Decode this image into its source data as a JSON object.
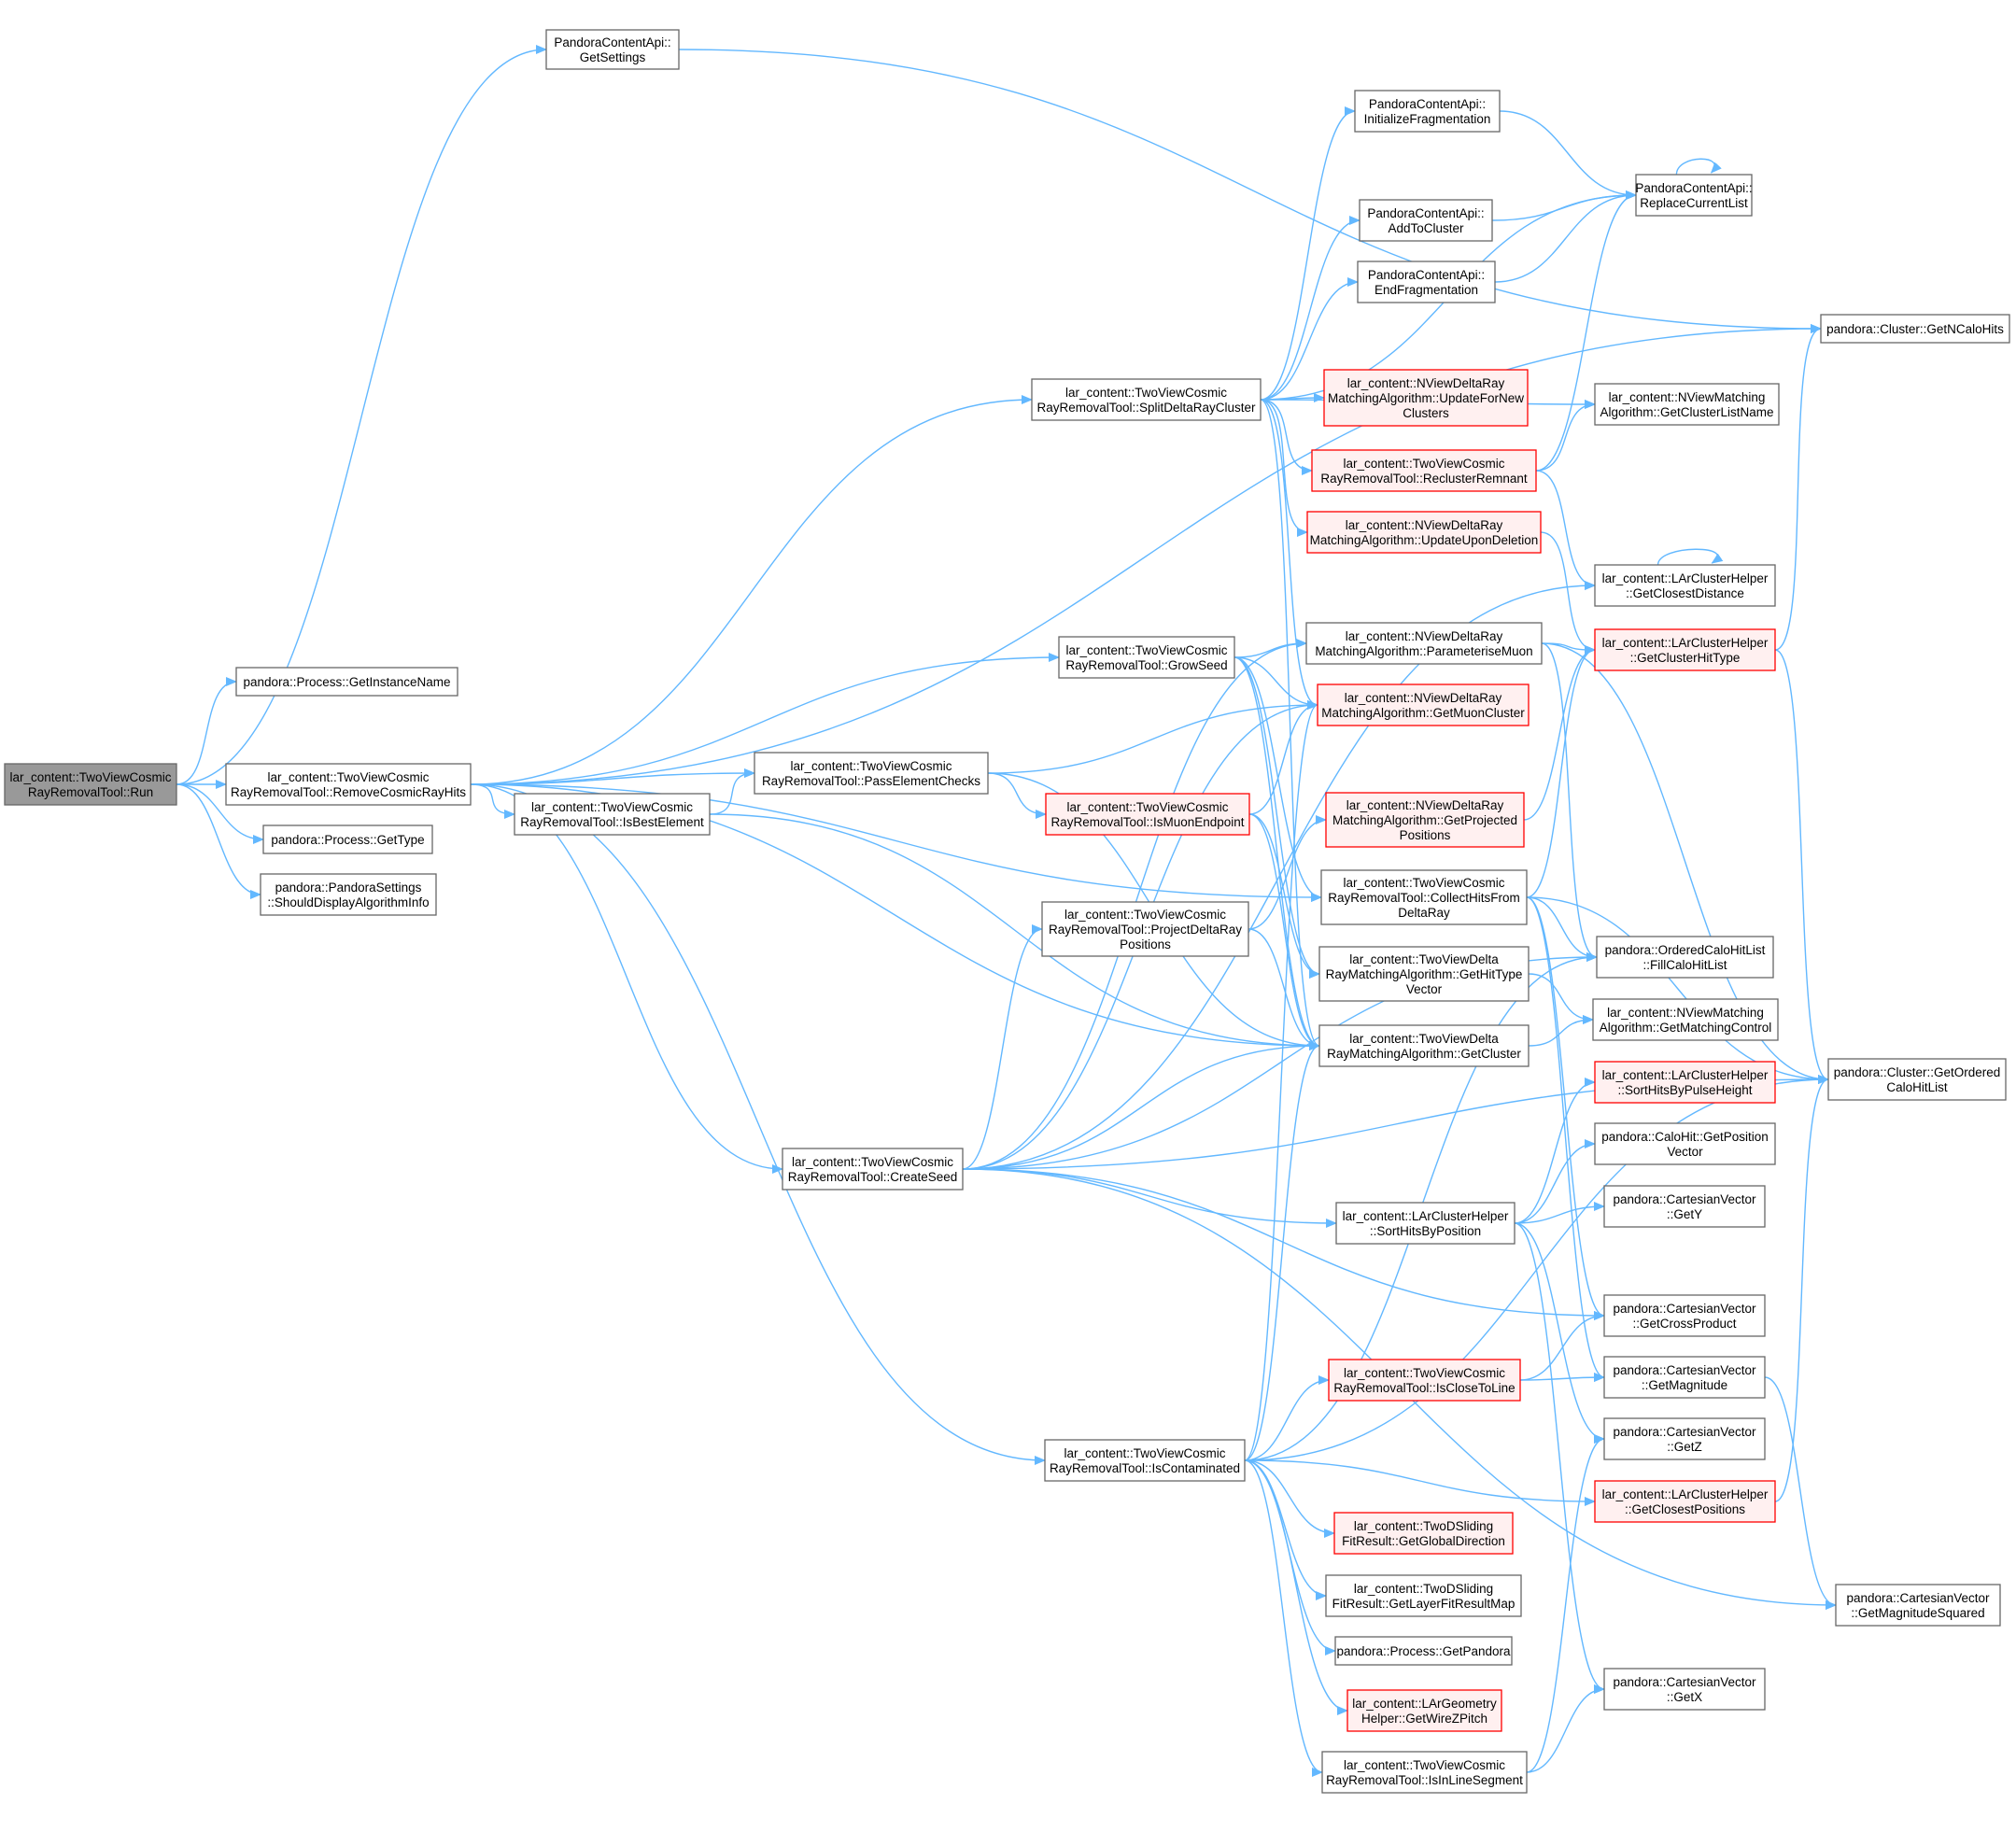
{
  "graph": {
    "title": "",
    "colors": {
      "edge": "#63b8ff",
      "node_border": "#666666",
      "root_fill": "#999999",
      "missing_border": "#ff0000",
      "missing_fill": "#fff0f0"
    },
    "nodes": [
      {
        "id": "run",
        "lines": [
          "lar_content::TwoViewCosmic",
          "RayRemovalTool::Run"
        ],
        "style": "root"
      },
      {
        "id": "getInstanceName",
        "lines": [
          "pandora::Process::GetInstanceName"
        ],
        "style": "normal"
      },
      {
        "id": "getSettings",
        "lines": [
          "PandoraContentApi::",
          "GetSettings"
        ],
        "style": "normal"
      },
      {
        "id": "removeCosmic",
        "lines": [
          "lar_content::TwoViewCosmic",
          "RayRemovalTool::RemoveCosmicRayHits"
        ],
        "style": "normal"
      },
      {
        "id": "getType",
        "lines": [
          "pandora::Process::GetType"
        ],
        "style": "normal"
      },
      {
        "id": "shouldDisplay",
        "lines": [
          "pandora::PandoraSettings",
          "::ShouldDisplayAlgorithmInfo"
        ],
        "style": "normal"
      },
      {
        "id": "isBestElement",
        "lines": [
          "lar_content::TwoViewCosmic",
          "RayRemovalTool::IsBestElement"
        ],
        "style": "normal"
      },
      {
        "id": "passElementChecks",
        "lines": [
          "lar_content::TwoViewCosmic",
          "RayRemovalTool::PassElementChecks"
        ],
        "style": "normal"
      },
      {
        "id": "createSeed",
        "lines": [
          "lar_content::TwoViewCosmic",
          "RayRemovalTool::CreateSeed"
        ],
        "style": "normal"
      },
      {
        "id": "splitDeltaRay",
        "lines": [
          "lar_content::TwoViewCosmic",
          "RayRemovalTool::SplitDeltaRayCluster"
        ],
        "style": "normal"
      },
      {
        "id": "growSeed",
        "lines": [
          "lar_content::TwoViewCosmic",
          "RayRemovalTool::GrowSeed"
        ],
        "style": "normal"
      },
      {
        "id": "isMuonEndpoint",
        "lines": [
          "lar_content::TwoViewCosmic",
          "RayRemovalTool::IsMuonEndpoint"
        ],
        "style": "missing"
      },
      {
        "id": "projectDeltaRay",
        "lines": [
          "lar_content::TwoViewCosmic",
          "RayRemovalTool::ProjectDeltaRay",
          "Positions"
        ],
        "style": "normal"
      },
      {
        "id": "isContaminated",
        "lines": [
          "lar_content::TwoViewCosmic",
          "RayRemovalTool::IsContaminated"
        ],
        "style": "normal"
      },
      {
        "id": "initFrag",
        "lines": [
          "PandoraContentApi::",
          "InitializeFragmentation"
        ],
        "style": "normal"
      },
      {
        "id": "addToCluster",
        "lines": [
          "PandoraContentApi::",
          "AddToCluster"
        ],
        "style": "normal"
      },
      {
        "id": "endFrag",
        "lines": [
          "PandoraContentApi::",
          "EndFragmentation"
        ],
        "style": "normal"
      },
      {
        "id": "updateForNew",
        "lines": [
          "lar_content::NViewDeltaRay",
          "MatchingAlgorithm::UpdateForNew",
          "Clusters"
        ],
        "style": "missing"
      },
      {
        "id": "reclusterRemnant",
        "lines": [
          "lar_content::TwoViewCosmic",
          "RayRemovalTool::ReclusterRemnant"
        ],
        "style": "missing"
      },
      {
        "id": "updateUponDeletion",
        "lines": [
          "lar_content::NViewDeltaRay",
          "MatchingAlgorithm::UpdateUponDeletion"
        ],
        "style": "missing"
      },
      {
        "id": "parameteriseMuon",
        "lines": [
          "lar_content::NViewDeltaRay",
          "MatchingAlgorithm::ParameteriseMuon"
        ],
        "style": "normal"
      },
      {
        "id": "getMuonCluster",
        "lines": [
          "lar_content::NViewDeltaRay",
          "MatchingAlgorithm::GetMuonCluster"
        ],
        "style": "missing"
      },
      {
        "id": "getProjected",
        "lines": [
          "lar_content::NViewDeltaRay",
          "MatchingAlgorithm::GetProjected",
          "Positions"
        ],
        "style": "missing"
      },
      {
        "id": "collectHits",
        "lines": [
          "lar_content::TwoViewCosmic",
          "RayRemovalTool::CollectHitsFrom",
          "DeltaRay"
        ],
        "style": "normal"
      },
      {
        "id": "getHitTypeVector",
        "lines": [
          "lar_content::TwoViewDelta",
          "RayMatchingAlgorithm::GetHitType",
          "Vector"
        ],
        "style": "normal"
      },
      {
        "id": "getCluster",
        "lines": [
          "lar_content::TwoViewDelta",
          "RayMatchingAlgorithm::GetCluster"
        ],
        "style": "normal"
      },
      {
        "id": "sortByPosition",
        "lines": [
          "lar_content::LArClusterHelper",
          "::SortHitsByPosition"
        ],
        "style": "normal"
      },
      {
        "id": "isCloseToLine",
        "lines": [
          "lar_content::TwoViewCosmic",
          "RayRemovalTool::IsCloseToLine"
        ],
        "style": "missing"
      },
      {
        "id": "getGlobalDirection",
        "lines": [
          "lar_content::TwoDSliding",
          "FitResult::GetGlobalDirection"
        ],
        "style": "missing"
      },
      {
        "id": "getLayerFitResultMap",
        "lines": [
          "lar_content::TwoDSliding",
          "FitResult::GetLayerFitResultMap"
        ],
        "style": "normal"
      },
      {
        "id": "getPandora",
        "lines": [
          "pandora::Process::GetPandora"
        ],
        "style": "normal"
      },
      {
        "id": "getWireZPitch",
        "lines": [
          "lar_content::LArGeometry",
          "Helper::GetWireZPitch"
        ],
        "style": "missing"
      },
      {
        "id": "isInLineSegment",
        "lines": [
          "lar_content::TwoViewCosmic",
          "RayRemovalTool::IsInLineSegment"
        ],
        "style": "normal"
      },
      {
        "id": "replaceCurrentList",
        "lines": [
          "PandoraContentApi::",
          "ReplaceCurrentList"
        ],
        "style": "normal"
      },
      {
        "id": "getClusterListName",
        "lines": [
          "lar_content::NViewMatching",
          "Algorithm::GetClusterListName"
        ],
        "style": "normal"
      },
      {
        "id": "getClosestDistance",
        "lines": [
          "lar_content::LArClusterHelper",
          "::GetClosestDistance"
        ],
        "style": "normal"
      },
      {
        "id": "getClusterHitType",
        "lines": [
          "lar_content::LArClusterHelper",
          "::GetClusterHitType"
        ],
        "style": "missing"
      },
      {
        "id": "fillCaloHitList",
        "lines": [
          "pandora::OrderedCaloHitList",
          "::FillCaloHitList"
        ],
        "style": "normal"
      },
      {
        "id": "getMatchingControl",
        "lines": [
          "lar_content::NViewMatching",
          "Algorithm::GetMatchingControl"
        ],
        "style": "normal"
      },
      {
        "id": "sortByPulseHeight",
        "lines": [
          "lar_content::LArClusterHelper",
          "::SortHitsByPulseHeight"
        ],
        "style": "missing"
      },
      {
        "id": "getPositionVector",
        "lines": [
          "pandora::CaloHit::GetPosition",
          "Vector"
        ],
        "style": "normal"
      },
      {
        "id": "getY",
        "lines": [
          "pandora::CartesianVector",
          "::GetY"
        ],
        "style": "normal"
      },
      {
        "id": "getCrossProduct",
        "lines": [
          "pandora::CartesianVector",
          "::GetCrossProduct"
        ],
        "style": "normal"
      },
      {
        "id": "getMagnitude",
        "lines": [
          "pandora::CartesianVector",
          "::GetMagnitude"
        ],
        "style": "normal"
      },
      {
        "id": "getZ",
        "lines": [
          "pandora::CartesianVector",
          "::GetZ"
        ],
        "style": "normal"
      },
      {
        "id": "getClosestPositions",
        "lines": [
          "lar_content::LArClusterHelper",
          "::GetClosestPositions"
        ],
        "style": "missing"
      },
      {
        "id": "getX",
        "lines": [
          "pandora::CartesianVector",
          "::GetX"
        ],
        "style": "normal"
      },
      {
        "id": "getNCaloHits",
        "lines": [
          "pandora::Cluster::GetNCaloHits"
        ],
        "style": "normal"
      },
      {
        "id": "getOrderedCaloHitList",
        "lines": [
          "pandora::Cluster::GetOrdered",
          "CaloHitList"
        ],
        "style": "normal"
      },
      {
        "id": "getMagnitudeSquared",
        "lines": [
          "pandora::CartesianVector",
          "::GetMagnitudeSquared"
        ],
        "style": "normal"
      }
    ],
    "edges": [
      [
        "run",
        "getInstanceName"
      ],
      [
        "run",
        "getSettings"
      ],
      [
        "run",
        "removeCosmic"
      ],
      [
        "run",
        "getType"
      ],
      [
        "run",
        "shouldDisplay"
      ],
      [
        "removeCosmic",
        "getNCaloHits"
      ],
      [
        "removeCosmic",
        "splitDeltaRay"
      ],
      [
        "removeCosmic",
        "growSeed"
      ],
      [
        "removeCosmic",
        "passElementChecks"
      ],
      [
        "removeCosmic",
        "isBestElement"
      ],
      [
        "removeCosmic",
        "collectHits"
      ],
      [
        "removeCosmic",
        "getCluster"
      ],
      [
        "removeCosmic",
        "createSeed"
      ],
      [
        "removeCosmic",
        "isContaminated"
      ],
      [
        "isBestElement",
        "passElementChecks"
      ],
      [
        "isBestElement",
        "getCluster"
      ],
      [
        "passElementChecks",
        "getMuonCluster"
      ],
      [
        "passElementChecks",
        "isMuonEndpoint"
      ],
      [
        "passElementChecks",
        "getCluster"
      ],
      [
        "splitDeltaRay",
        "initFrag"
      ],
      [
        "splitDeltaRay",
        "replaceCurrentList"
      ],
      [
        "splitDeltaRay",
        "addToCluster"
      ],
      [
        "splitDeltaRay",
        "endFrag"
      ],
      [
        "splitDeltaRay",
        "getClusterListName"
      ],
      [
        "splitDeltaRay",
        "updateForNew"
      ],
      [
        "splitDeltaRay",
        "reclusterRemnant"
      ],
      [
        "splitDeltaRay",
        "updateUponDeletion"
      ],
      [
        "splitDeltaRay",
        "getMuonCluster"
      ],
      [
        "splitDeltaRay",
        "getCluster"
      ],
      [
        "initFrag",
        "replaceCurrentList"
      ],
      [
        "addToCluster",
        "replaceCurrentList"
      ],
      [
        "endFrag",
        "replaceCurrentList"
      ],
      [
        "replaceCurrentList",
        "replaceCurrentList"
      ],
      [
        "getSettings",
        "getNCaloHits"
      ],
      [
        "reclusterRemnant",
        "replaceCurrentList"
      ],
      [
        "reclusterRemnant",
        "getClusterListName"
      ],
      [
        "reclusterRemnant",
        "getClosestDistance"
      ],
      [
        "updateUponDeletion",
        "getClusterHitType"
      ],
      [
        "growSeed",
        "parameteriseMuon"
      ],
      [
        "growSeed",
        "getMuonCluster"
      ],
      [
        "growSeed",
        "getHitTypeVector"
      ],
      [
        "growSeed",
        "getCluster"
      ],
      [
        "growSeed",
        "collectHits"
      ],
      [
        "isMuonEndpoint",
        "getMuonCluster"
      ],
      [
        "isMuonEndpoint",
        "getHitTypeVector"
      ],
      [
        "isMuonEndpoint",
        "getCluster"
      ],
      [
        "projectDeltaRay",
        "getProjected"
      ],
      [
        "projectDeltaRay",
        "getCluster"
      ],
      [
        "createSeed",
        "getClosestDistance"
      ],
      [
        "createSeed",
        "parameteriseMuon"
      ],
      [
        "createSeed",
        "getMuonCluster"
      ],
      [
        "createSeed",
        "projectDeltaRay"
      ],
      [
        "createSeed",
        "getCluster"
      ],
      [
        "createSeed",
        "fillCaloHitList"
      ],
      [
        "createSeed",
        "sortByPosition"
      ],
      [
        "createSeed",
        "getOrderedCaloHitList"
      ],
      [
        "createSeed",
        "getCrossProduct"
      ],
      [
        "createSeed",
        "getMagnitudeSquared"
      ],
      [
        "parameteriseMuon",
        "getClusterHitType"
      ],
      [
        "parameteriseMuon",
        "fillCaloHitList"
      ],
      [
        "parameteriseMuon",
        "getOrderedCaloHitList"
      ],
      [
        "getProjected",
        "getClusterHitType"
      ],
      [
        "collectHits",
        "getClusterHitType"
      ],
      [
        "collectHits",
        "fillCaloHitList"
      ],
      [
        "collectHits",
        "getOrderedCaloHitList"
      ],
      [
        "collectHits",
        "getCrossProduct"
      ],
      [
        "collectHits",
        "getMagnitude"
      ],
      [
        "getHitTypeVector",
        "getMatchingControl"
      ],
      [
        "getCluster",
        "getMatchingControl"
      ],
      [
        "sortByPosition",
        "sortByPulseHeight"
      ],
      [
        "sortByPosition",
        "getPositionVector"
      ],
      [
        "sortByPosition",
        "getY"
      ],
      [
        "sortByPosition",
        "getZ"
      ],
      [
        "sortByPosition",
        "getX"
      ],
      [
        "isContaminated",
        "getMuonCluster"
      ],
      [
        "isContaminated",
        "getCluster"
      ],
      [
        "isContaminated",
        "isCloseToLine"
      ],
      [
        "isContaminated",
        "getClosestPositions"
      ],
      [
        "isContaminated",
        "getOrderedCaloHitList"
      ],
      [
        "isContaminated",
        "getGlobalDirection"
      ],
      [
        "isContaminated",
        "getLayerFitResultMap"
      ],
      [
        "isContaminated",
        "getPandora"
      ],
      [
        "isContaminated",
        "getWireZPitch"
      ],
      [
        "isContaminated",
        "isInLineSegment"
      ],
      [
        "isContaminated",
        "fillCaloHitList"
      ],
      [
        "isCloseToLine",
        "getCrossProduct"
      ],
      [
        "isCloseToLine",
        "getMagnitude"
      ],
      [
        "isInLineSegment",
        "getZ"
      ],
      [
        "isInLineSegment",
        "getX"
      ],
      [
        "getClosestDistance",
        "getClosestDistance"
      ],
      [
        "getClusterHitType",
        "getNCaloHits"
      ],
      [
        "getClusterHitType",
        "getOrderedCaloHitList"
      ],
      [
        "getClosestPositions",
        "getOrderedCaloHitList"
      ],
      [
        "getMagnitude",
        "getMagnitudeSquared"
      ]
    ]
  }
}
